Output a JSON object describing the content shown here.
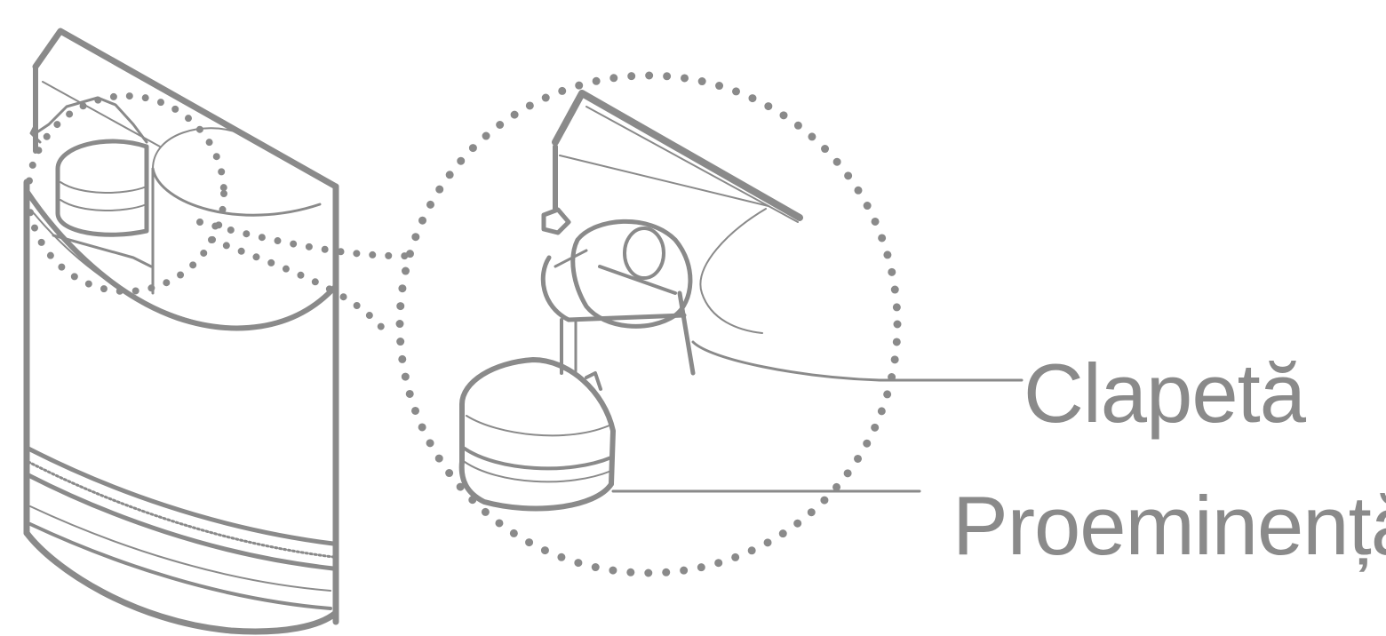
{
  "colors": {
    "line": "#8a8a8a",
    "background": "#ffffff"
  },
  "callouts": [
    {
      "id": "flap",
      "label": "Clapetă"
    },
    {
      "id": "protrusion",
      "label": "Proeminență"
    }
  ]
}
